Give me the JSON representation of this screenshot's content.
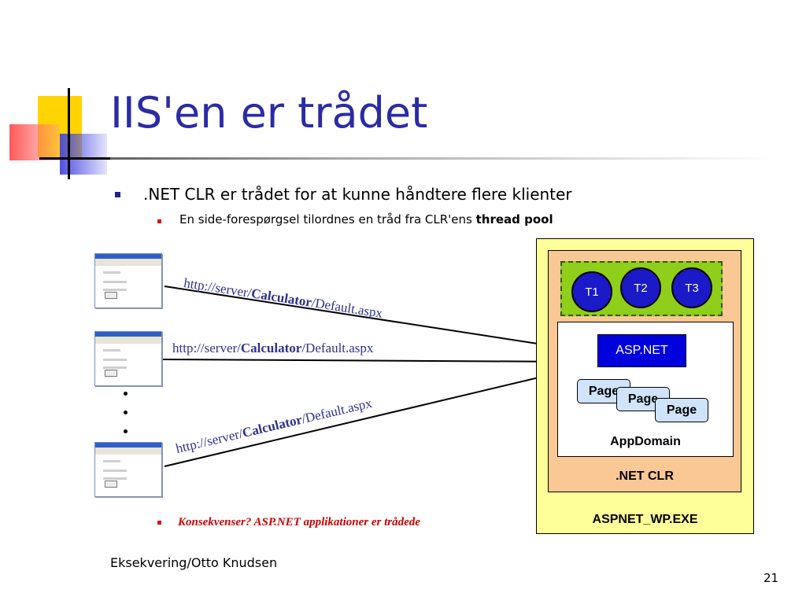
{
  "slide": {
    "title": "IIS'en er trådet",
    "bullets": [
      ".NET CLR er trådet for at kunne håndtere flere klienter"
    ],
    "sub_bullet_prefix": "En side-forespørgsel tilordnes en tråd fra CLR'ens ",
    "sub_bullet_bold": "thread pool",
    "consequence": "Konsekvenser? ASP.NET applikationer er trådede",
    "footer": "Eksekvering/Otto Knudsen",
    "page_number": "21"
  },
  "requests": [
    {
      "prefix": "http://server/",
      "bold": "Calculator",
      "suffix": "/Default.aspx"
    },
    {
      "prefix": "http://server/",
      "bold": "Calculator",
      "suffix": "/Default.aspx"
    },
    {
      "prefix": "http://server/",
      "bold": "Calculator",
      "suffix": "/Default.aspx"
    }
  ],
  "diagram": {
    "process_label": "ASPNET_WP.EXE",
    "clr_label": ".NET CLR",
    "appdomain_label": "AppDomain",
    "aspnet_label": "ASP.NET",
    "threads": [
      "T1",
      "T2",
      "T3"
    ],
    "pages": [
      "Page",
      "Page",
      "Page"
    ]
  },
  "colors": {
    "title": "#2b2ba6",
    "url": "#2e3192",
    "consequence": "#cc0000",
    "process_fill": "#ffff99",
    "clr_fill": "#fac894",
    "thread_pool_fill": "#8fce1a",
    "thread_fill": "#1a1ac8",
    "aspnet_fill": "#0000dd",
    "page_fill": "#cfe4fa"
  }
}
